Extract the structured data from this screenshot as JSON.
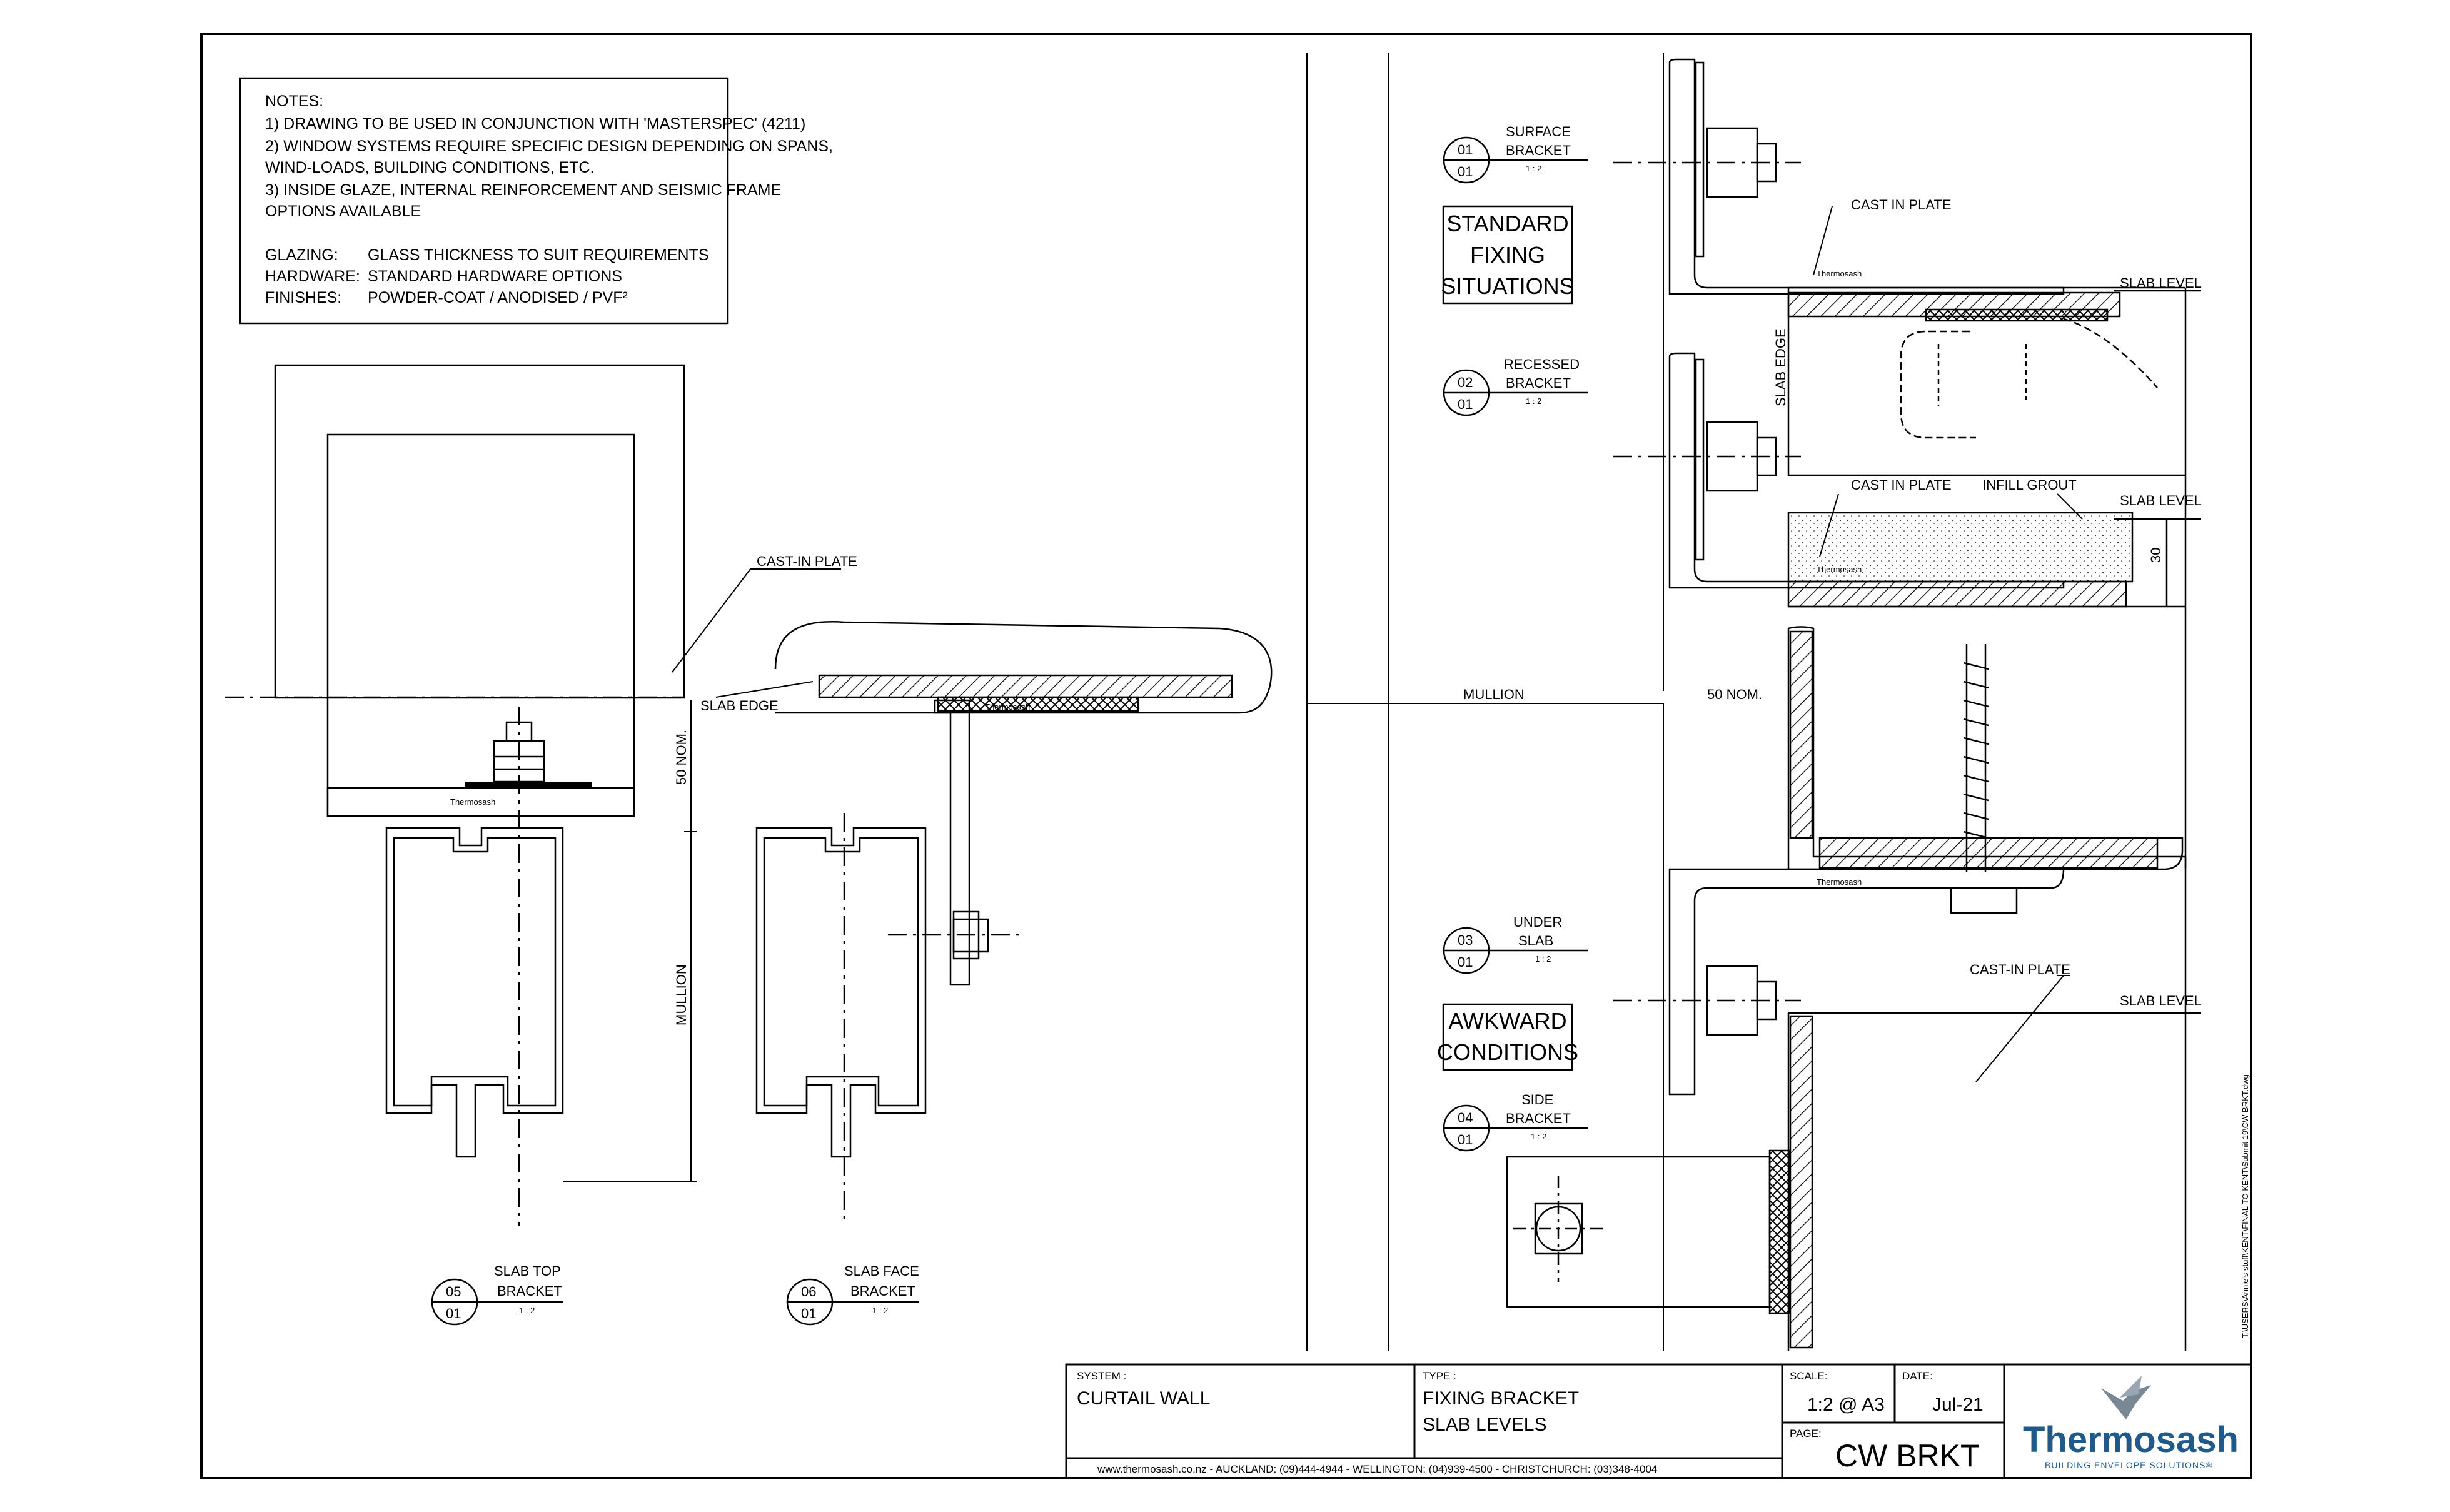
{
  "notes": {
    "heading": "NOTES:",
    "lines": [
      "1) DRAWING TO BE USED IN CONJUNCTION WITH 'MASTERSPEC' (4211)",
      "2) WINDOW SYSTEMS REQUIRE SPECIFIC DESIGN DEPENDING ON SPANS,",
      "WIND-LOADS, BUILDING CONDITIONS, ETC.",
      "3) INSIDE GLAZE, INTERNAL REINFORCEMENT AND SEISMIC FRAME",
      "OPTIONS AVAILABLE"
    ],
    "specs": [
      {
        "key": "GLAZING:",
        "value": "GLASS THICKNESS TO SUIT REQUIREMENTS"
      },
      {
        "key": "HARDWARE:",
        "value": "STANDARD HARDWARE OPTIONS"
      },
      {
        "key": "FINISHES:",
        "value": "POWDER-COAT / ANODISED / PVF²"
      }
    ]
  },
  "details": [
    {
      "num": "05",
      "sheet": "01",
      "title1": "SLAB TOP",
      "title2": "BRACKET",
      "scale": "1 : 2"
    },
    {
      "num": "06",
      "sheet": "01",
      "title1": "SLAB FACE",
      "title2": "BRACKET",
      "scale": "1 : 2"
    },
    {
      "num": "01",
      "sheet": "01",
      "title1": "SURFACE",
      "title2": "BRACKET",
      "scale": "1 : 2"
    },
    {
      "num": "02",
      "sheet": "01",
      "title1": "RECESSED",
      "title2": "BRACKET",
      "scale": "1 : 2"
    },
    {
      "num": "03",
      "sheet": "01",
      "title1": "UNDER",
      "title2": "SLAB",
      "scale": "1 : 2"
    },
    {
      "num": "04",
      "sheet": "01",
      "title1": "SIDE",
      "title2": "BRACKET",
      "scale": "1 : 2"
    }
  ],
  "callouts": {
    "standard": [
      "STANDARD",
      "FIXING",
      "SITUATIONS"
    ],
    "awkward": [
      "AWKWARD",
      "CONDITIONS"
    ]
  },
  "labels": {
    "cast_in_plate_left": "CAST-IN PLATE",
    "slab_edge_left": "SLAB EDGE",
    "dim_50_nom_left": "50 NOM.",
    "mullion_left": "MULLION",
    "mullion_center": "MULLION",
    "dim_50_nom_center": "50 NOM.",
    "cast_in_plate_1": "CAST IN PLATE",
    "cast_in_plate_2": "CAST IN PLATE",
    "infill_grout": "INFILL GROUT",
    "cast_in_plate_3": "CAST-IN PLATE",
    "slab_edge_right": "SLAB EDGE",
    "slab_level_1": "SLAB LEVEL",
    "slab_level_2": "SLAB LEVEL",
    "slab_level_3": "SLAB LEVEL",
    "dim_30": "30",
    "brand_mark": "Thermosash",
    "file_path": "T:\\USERS\\Annie's stuff\\KENT\\FINAL TO KENT\\Submit 19\\CW BRKT.dwg"
  },
  "title_block": {
    "system_label": "SYSTEM :",
    "system_value": "CURTAIL WALL",
    "type_label": "TYPE :",
    "type_value_1": "FIXING BRACKET",
    "type_value_2": "SLAB LEVELS",
    "scale_label": "SCALE:",
    "scale_value": "1:2 @ A3",
    "date_label": "DATE:",
    "date_value": "Jul-21",
    "page_label": "PAGE:",
    "page_value": "CW BRKT",
    "footer": "www.thermosash.co.nz  -  AUCKLAND: (09)444-4944  -  WELLINGTON: (04)939-4500  -  CHRISTCHURCH: (03)348-4004",
    "logo_name": "Thermosash",
    "logo_tagline": "BUILDING ENVELOPE SOLUTIONS®",
    "logo_color": "#1f5a8a",
    "logo_icon": "bird-logo-icon"
  }
}
